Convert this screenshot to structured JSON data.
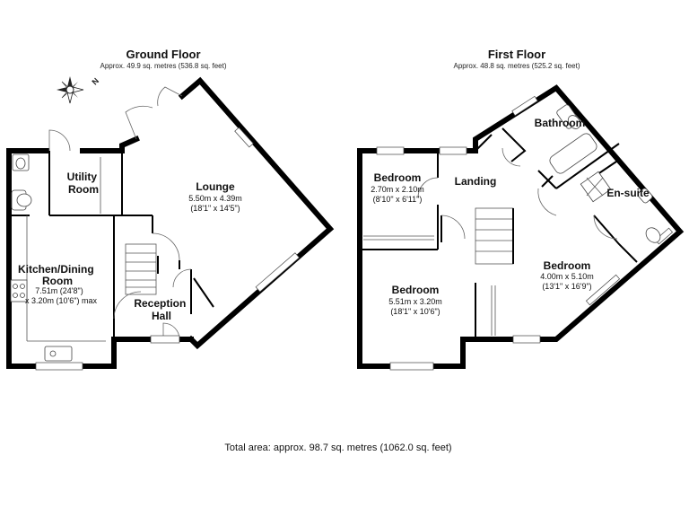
{
  "ground_floor": {
    "title": "Ground Floor",
    "area": "Approx. 49.9 sq. metres (536.8 sq. feet)",
    "compass_label": "N",
    "rooms": {
      "utility": {
        "name_line1": "Utility",
        "name_line2": "Room"
      },
      "kitchen": {
        "name_line1": "Kitchen/Dining",
        "name_line2": "Room",
        "dim1": "7.51m (24'8\")",
        "dim2": "x 3.20m (10'6\") max"
      },
      "lounge": {
        "name": "Lounge",
        "dim1": "5.50m x 4.39m",
        "dim2": "(18'1\" x 14'5\")"
      },
      "reception": {
        "name_line1": "Reception",
        "name_line2": "Hall"
      }
    }
  },
  "first_floor": {
    "title": "First Floor",
    "area": "Approx. 48.8 sq. metres (525.2 sq. feet)",
    "rooms": {
      "bathroom": {
        "name": "Bathroom"
      },
      "bedroom_small": {
        "name": "Bedroom",
        "dim1": "2.70m x 2.10m",
        "dim2": "(8'10\" x 6'11\")"
      },
      "landing": {
        "name": "Landing"
      },
      "ensuite": {
        "name": "En-suite"
      },
      "bedroom_main": {
        "name": "Bedroom",
        "dim1": "4.00m x 5.10m",
        "dim2": "(13'1\" x 16'9\")"
      },
      "bedroom_large": {
        "name": "Bedroom",
        "dim1": "5.51m x 3.20m",
        "dim2": "(18'1\" x 10'6\")"
      }
    }
  },
  "total_area": "Total area: approx. 98.7 sq. metres (1062.0 sq. feet)"
}
